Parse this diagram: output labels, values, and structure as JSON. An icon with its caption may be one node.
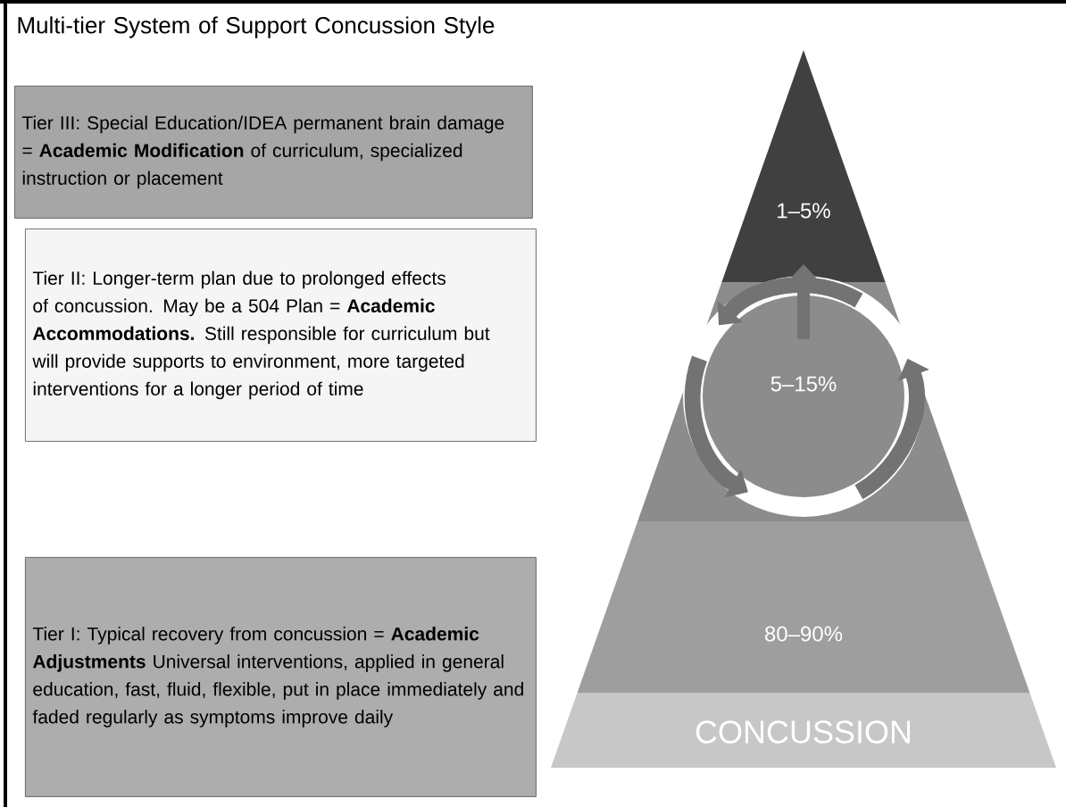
{
  "diagram": {
    "title": "Multi-tier System of Support Concussion Style",
    "nodes": [
      {
        "text": [
          "Tier III: Special Education/IDEA permanent brain damage = **Academic Modification** of curriculum, specialized instruction or placement"
        ]
      },
      {
        "text": [
          "Tier II: Longer-term plan due to prolonged effects of concussion. May be a 504 Plan = **Academic Accommodations.** Still responsible for curriculum but will provide supports to environment, more targeted interventions for a longer period of time"
        ]
      },
      {
        "text": [
          "Tier I: Typical recovery from concussion = **Academic Adjustments** Universal interventions, applied in general education, fast, fluid, flexible, put in place immediately and faded regularly as symptoms improve daily"
        ]
      },
      {
        "text": [
          "1–5%"
        ]
      },
      {
        "text": [
          "5–15%"
        ]
      },
      {
        "text": [
          "80–90%"
        ]
      },
      {
        "text": [
          "CONCUSSION"
        ]
      }
    ]
  }
}
